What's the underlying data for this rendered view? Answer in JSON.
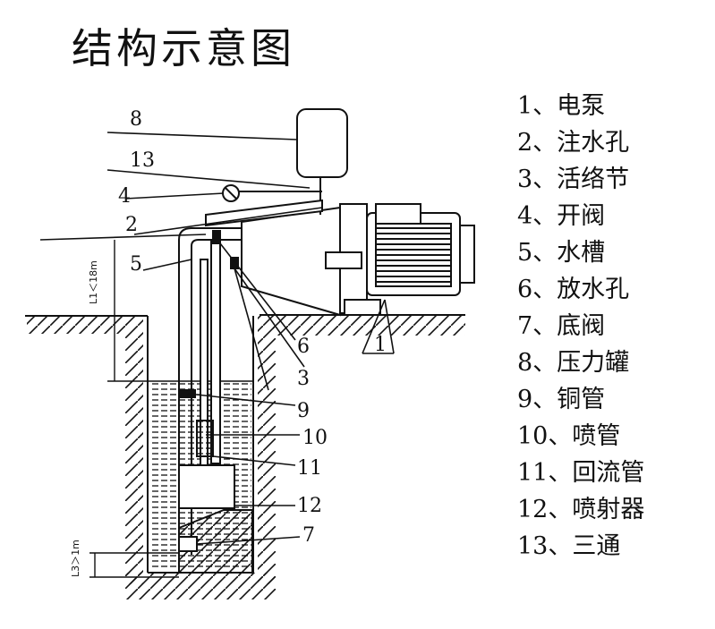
{
  "title": "结构示意图",
  "legend": [
    "1、电泵",
    "2、注水孔",
    "3、活络节",
    "4、开阀",
    "5、水槽",
    "6、放水孔",
    "7、底阀",
    "8、压力罐",
    "9、铜管",
    "10、喷管",
    "11、回流管",
    "12、喷射器",
    "13、三通"
  ],
  "callouts": {
    "c8": "8",
    "c13": "13",
    "c4": "4",
    "c2": "2",
    "c5": "5",
    "c1": "1",
    "c6": "6",
    "c3": "3",
    "c9": "9",
    "c10": "10",
    "c11": "11",
    "c12": "12",
    "c7": "7"
  },
  "dimensions": {
    "l1": "L1＜18m",
    "l3": "L3＞1m"
  }
}
